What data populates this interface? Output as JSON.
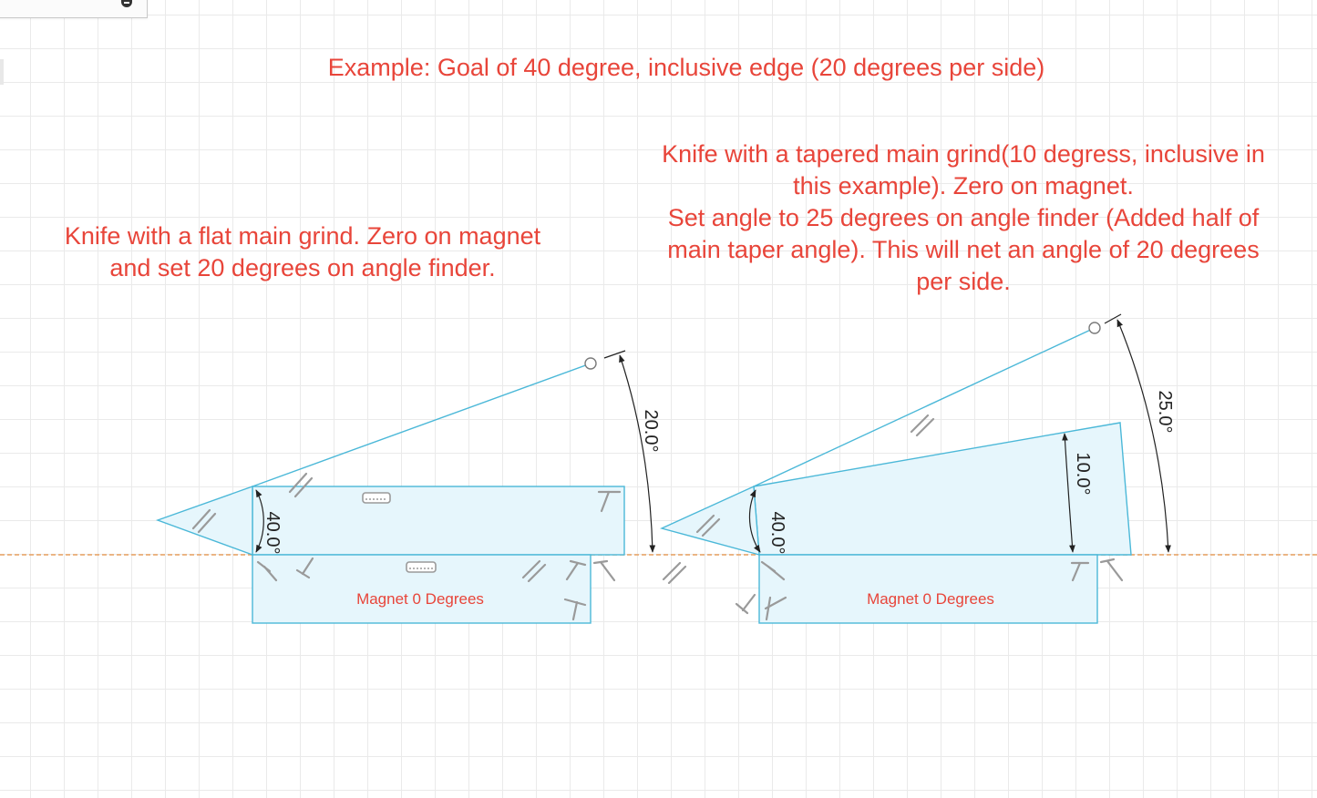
{
  "title": "Example: Goal of 40 degree, inclusive edge (20 degrees per side)",
  "left_note": {
    "lines": [
      "Knife with a flat main grind. Zero on magnet",
      "and set 20 degrees on angle finder."
    ]
  },
  "right_note": {
    "lines": [
      "Knife with a tapered main grind(10 degress, inclusive in",
      "this example). Zero on magnet.",
      "Set angle to 25 degrees on angle finder (Added half of",
      "main taper angle). This will net an angle of 20 degrees",
      "per side."
    ]
  },
  "left_sketch": {
    "magnet_label": "Magnet 0 Degrees",
    "edge_angle": "40.0°",
    "finder_angle": "20.0°"
  },
  "right_sketch": {
    "magnet_label": "Magnet 0 Degrees",
    "edge_angle": "40.0°",
    "taper_angle": "10.0°",
    "finder_angle": "25.0°"
  },
  "colors": {
    "annotation_text": "#e8453a",
    "sketch_line": "#4bb8d8",
    "sketch_fill": "#e6f6fc",
    "axis_line": "#e8a060",
    "dimension": "#222222",
    "constraint_icon": "#9a9a9a"
  }
}
